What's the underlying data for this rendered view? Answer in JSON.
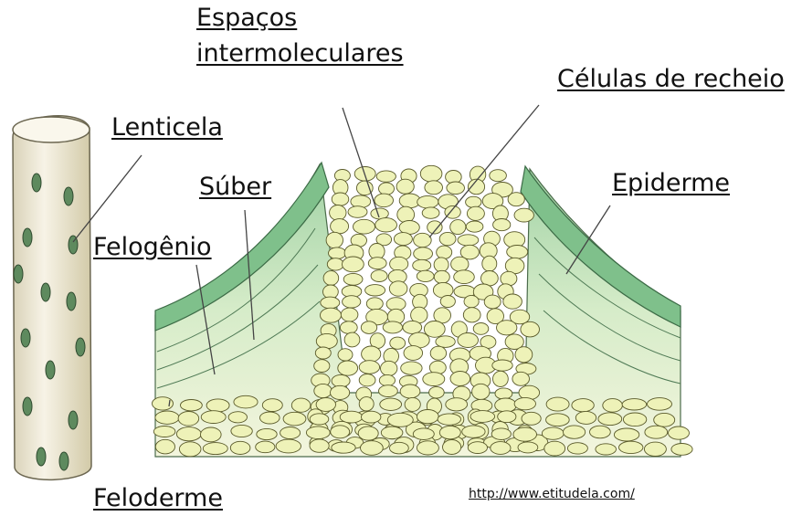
{
  "labels": {
    "espacos": [
      "Espaços",
      "intermoleculares"
    ],
    "celulas": "Células de recheio",
    "lenticela": "Lenticela",
    "suber": "Súber",
    "epiderme": "Epiderme",
    "felogenio": "Felogênio",
    "feloderme": "Feloderme"
  },
  "source_url": "http://www.etitudela.com/",
  "colors": {
    "cell_fill": "#eef2b8",
    "cell_stroke": "#5a5a2a",
    "epidermis": "#8fc99a",
    "phellogen": "#cfe8c2",
    "stem": "#f4f0e0"
  }
}
